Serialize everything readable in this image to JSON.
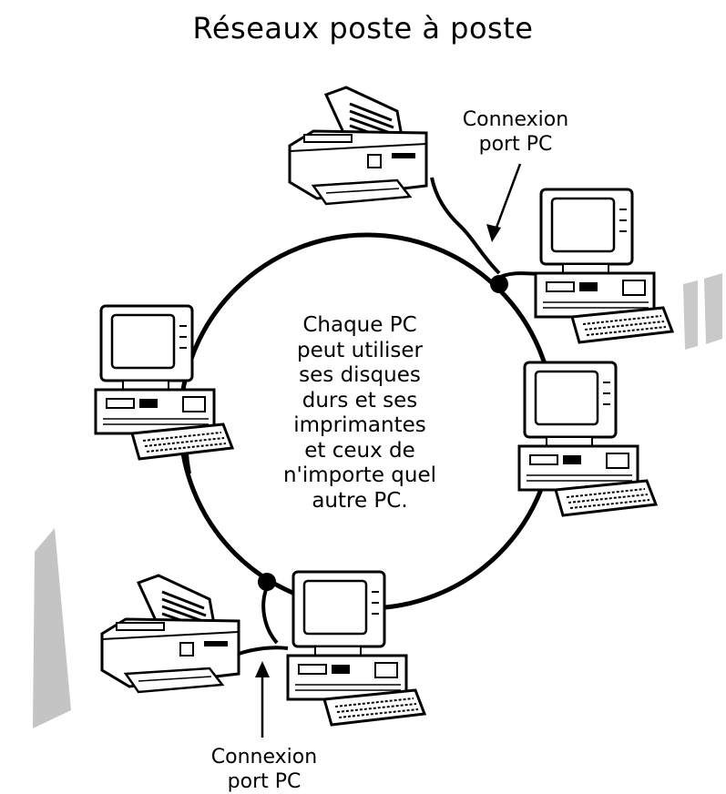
{
  "title": "Réseaux poste à poste",
  "center_text": [
    "Chaque PC",
    "peut utiliser",
    "ses disques",
    "durs et ses",
    "imprimantes",
    "et ceux de",
    "n'importe quel",
    "autre PC."
  ],
  "labels": {
    "top": [
      "Connexion",
      "port PC"
    ],
    "bottom": [
      "Connexion",
      "port PC"
    ]
  },
  "colors": {
    "ink": "#000000",
    "watermark": "#c4c4c4",
    "background": "#ffffff"
  },
  "icons": [
    "computer-icon",
    "printer-icon",
    "network-ring",
    "connector-node",
    "arrow"
  ]
}
